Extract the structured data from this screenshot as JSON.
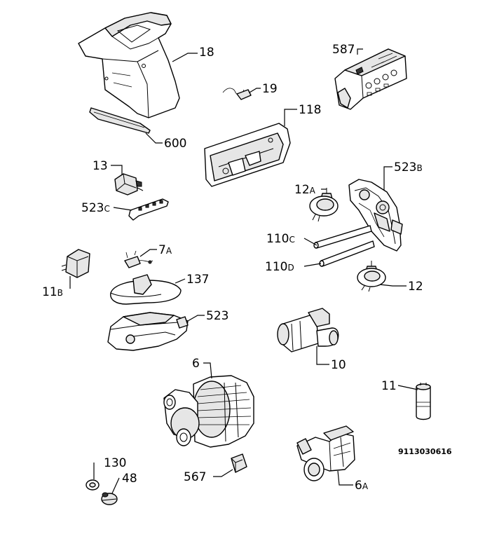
{
  "diagram_code": "9113030616",
  "parts": [
    {
      "key": "p18",
      "num": "18",
      "sub": ""
    },
    {
      "key": "p600",
      "num": "600",
      "sub": ""
    },
    {
      "key": "p19",
      "num": "19",
      "sub": ""
    },
    {
      "key": "p587",
      "num": "587",
      "sub": ""
    },
    {
      "key": "p118",
      "num": "118",
      "sub": ""
    },
    {
      "key": "p13",
      "num": "13",
      "sub": ""
    },
    {
      "key": "p523c",
      "num": "523",
      "sub": "C"
    },
    {
      "key": "p523b",
      "num": "523",
      "sub": "B"
    },
    {
      "key": "p12a",
      "num": "12",
      "sub": "A"
    },
    {
      "key": "p110c",
      "num": "110",
      "sub": "C"
    },
    {
      "key": "p110d",
      "num": "110",
      "sub": "D"
    },
    {
      "key": "p12",
      "num": "12",
      "sub": ""
    },
    {
      "key": "p7a",
      "num": "7",
      "sub": "A"
    },
    {
      "key": "p11b",
      "num": "11",
      "sub": "B"
    },
    {
      "key": "p137",
      "num": "137",
      "sub": ""
    },
    {
      "key": "p523",
      "num": "523",
      "sub": ""
    },
    {
      "key": "p10",
      "num": "10",
      "sub": ""
    },
    {
      "key": "p6",
      "num": "6",
      "sub": ""
    },
    {
      "key": "p11",
      "num": "11",
      "sub": ""
    },
    {
      "key": "p130",
      "num": "130",
      "sub": ""
    },
    {
      "key": "p48",
      "num": "48",
      "sub": ""
    },
    {
      "key": "p567",
      "num": "567",
      "sub": ""
    },
    {
      "key": "p6a",
      "num": "6",
      "sub": "A"
    }
  ]
}
